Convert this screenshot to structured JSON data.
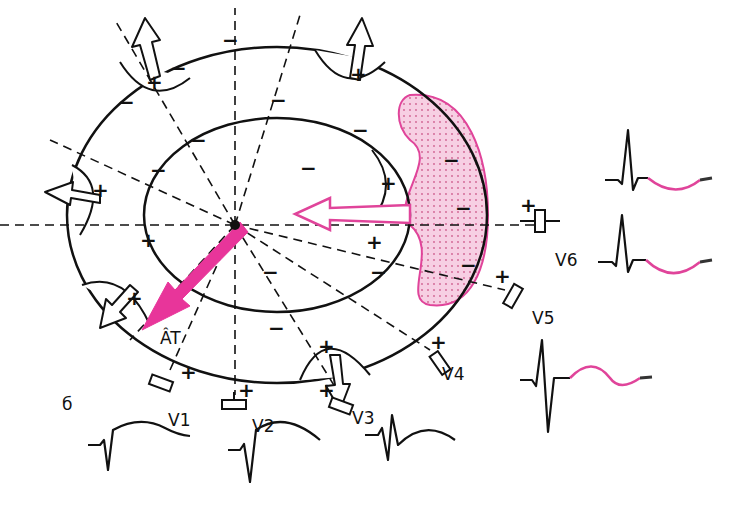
{
  "diagram": {
    "labels": [
      "+",
      "−",
      "−",
      "−",
      "+",
      "−",
      "−",
      "+",
      "−",
      "−",
      "+",
      "−",
      "−",
      "+",
      "−",
      "−",
      "−",
      "−",
      "+",
      "−",
      "+",
      "+",
      "+",
      "+",
      "+",
      "+",
      "+",
      "+",
      "V6",
      "V5",
      "V4",
      "V3",
      "V2",
      "V1",
      "ÂT",
      "б"
    ]
  }
}
